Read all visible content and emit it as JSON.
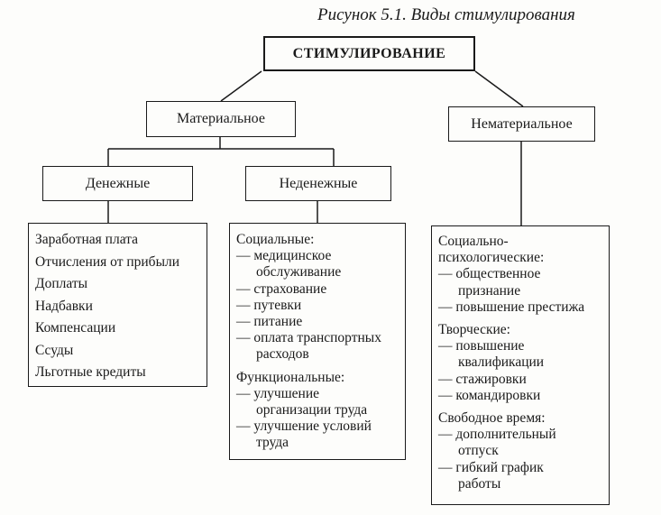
{
  "caption": "Рисунок 5.1. Виды стимулирования",
  "root": "СТИМУЛИРОВАНИЕ",
  "material": "Материальное",
  "intangible": "Нематериальное",
  "money": "Денежные",
  "nonmoney": "Неденежные",
  "money_items": [
    "Заработная плата",
    "Отчисления от прибыли",
    "Доплаты",
    "Надбавки",
    "Компенсации",
    "Ссуды",
    "Льготные кредиты"
  ],
  "nonmoney_list": {
    "social_head": "Социальные:",
    "social_items": [
      "— медицинское",
      "обслуживание",
      "— страхование",
      "— путевки",
      "— питание",
      "— оплата транспортных",
      "расходов"
    ],
    "func_head": "Функциональные:",
    "func_items": [
      "— улучшение",
      "организации труда",
      "— улучшение условий",
      "труда"
    ]
  },
  "intangible_list": {
    "socpsy_head_1": "Социально-",
    "socpsy_head_2": "психологические:",
    "socpsy_items": [
      "— общественное",
      "признание",
      "— повышение престижа"
    ],
    "creative_head": "Творческие:",
    "creative_items": [
      "— повышение",
      "квалификации",
      "— стажировки",
      "— командировки"
    ],
    "free_head": "Свободное время:",
    "free_items": [
      "— дополнительный",
      "отпуск",
      "— гибкий график",
      "работы"
    ]
  }
}
